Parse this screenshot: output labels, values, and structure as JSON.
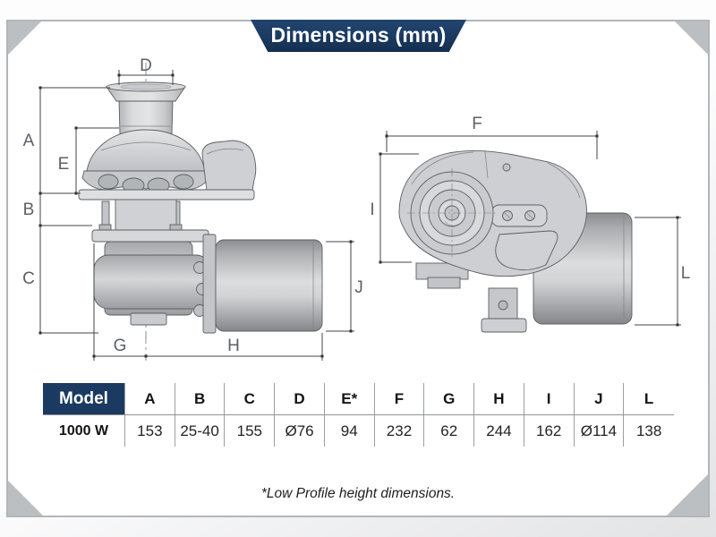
{
  "banner": {
    "title": "Dimensions (mm)"
  },
  "diagram": {
    "labels": {
      "A": "A",
      "B": "B",
      "C": "C",
      "D": "D",
      "E": "E",
      "F": "F",
      "G": "G",
      "H": "H",
      "I": "I",
      "J": "J",
      "L": "L"
    }
  },
  "table": {
    "headers": [
      "Model",
      "A",
      "B",
      "C",
      "D",
      "E*",
      "F",
      "G",
      "H",
      "I",
      "J",
      "L"
    ],
    "rows": [
      [
        "1000 W",
        "153",
        "25-40",
        "155",
        "Ø76",
        "94",
        "232",
        "62",
        "244",
        "162",
        "Ø114",
        "138"
      ]
    ]
  },
  "footnote": "*Low Profile height dimensions.",
  "colors": {
    "navy": "#1b3a61",
    "frame": "#b3b6b9",
    "corner": "#bcbfc2"
  }
}
